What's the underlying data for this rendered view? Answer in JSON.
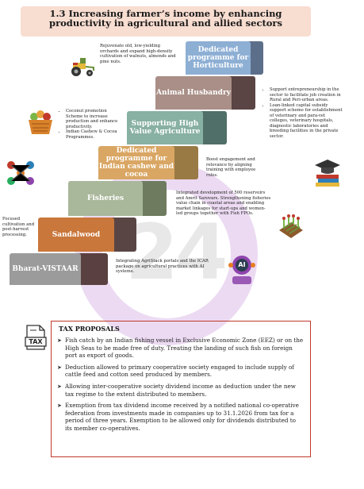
{
  "title": "1.3 Increasing farmer’s income by enhancing productivity in agricultural and allied sectors",
  "watermark": "24",
  "steps": [
    {
      "label": "Bharat-VISTAAR",
      "color": "#9b9b9b"
    },
    {
      "label": "Sandalwood",
      "color": "#c9773b"
    },
    {
      "label": "Fisheries",
      "color": "#a9b79a"
    },
    {
      "label": "Dedicated programme for Indian cashew and cocoa",
      "color": "#d9a663"
    },
    {
      "label": "Supporting High Value Agriculture",
      "color": "#88b0a3"
    },
    {
      "label": "Animal Husbandry",
      "color": "#a98f87"
    },
    {
      "label": "Dedicated programme for Horticulture",
      "color": "#8eafd4"
    }
  ],
  "descriptions": {
    "horticulture": "Rejuvenate old, low-yielding orchards and expand high-density cultivation of walnuts, almonds and pine nuts.",
    "animal_husbandry": [
      "Support entrepreneurship in the sector to facilitate job creation in Rural and Peri-urban areas.",
      "Loan-linked capital subsidy support scheme for establishment of veterinary and para-vet colleges, veterinary hospitals, diagnostic laboratories and breeding facilities in the private sector."
    ],
    "cashew": [
      "Coconut promotion Scheme to increase production and enhance productivity.",
      "Indian Cashew & Cocoa Programmes."
    ],
    "high_value": "Boost engagement and relevance by aligning training with employee roles.",
    "fisheries": "Integrated development of 500 reservoirs and Amrit Sarovars. Strengthening fisheries value chain in coastal areas and enabling market linkages for start-ups and women-led groups together with Fish FPOs.",
    "sandalwood": "Focused cultivation and post-harvest processing.",
    "bharat_vistaar": "Integrating AgriStack portals and the ICAR package on agricultural practices with AI systems."
  },
  "icons": {
    "tax": "TAX",
    "ai": "AI"
  },
  "tax": {
    "heading": "TAX PROPOSALS",
    "items": [
      "Fish catch by an Indian fishing vessel in Exclusive Economic Zone (EEZ) or on the High Seas to be made free of duty. Treating the landing of such fish on foreign port as export of goods.",
      "Deduction allowed to primary cooperative society engaged to include supply of cattle feed and cotton seed produced by members.",
      "Allowing inter-cooperative society dividend income as deduction under the new tax regime to the extent distributed to members.",
      "Exemption from tax dividend income received by a notified national co-operative federation from investments made in companies up to 31.1.2026 from tax for a period of three years. Exemption to be allowed only for dividends distributed to its member co-operatives."
    ]
  }
}
